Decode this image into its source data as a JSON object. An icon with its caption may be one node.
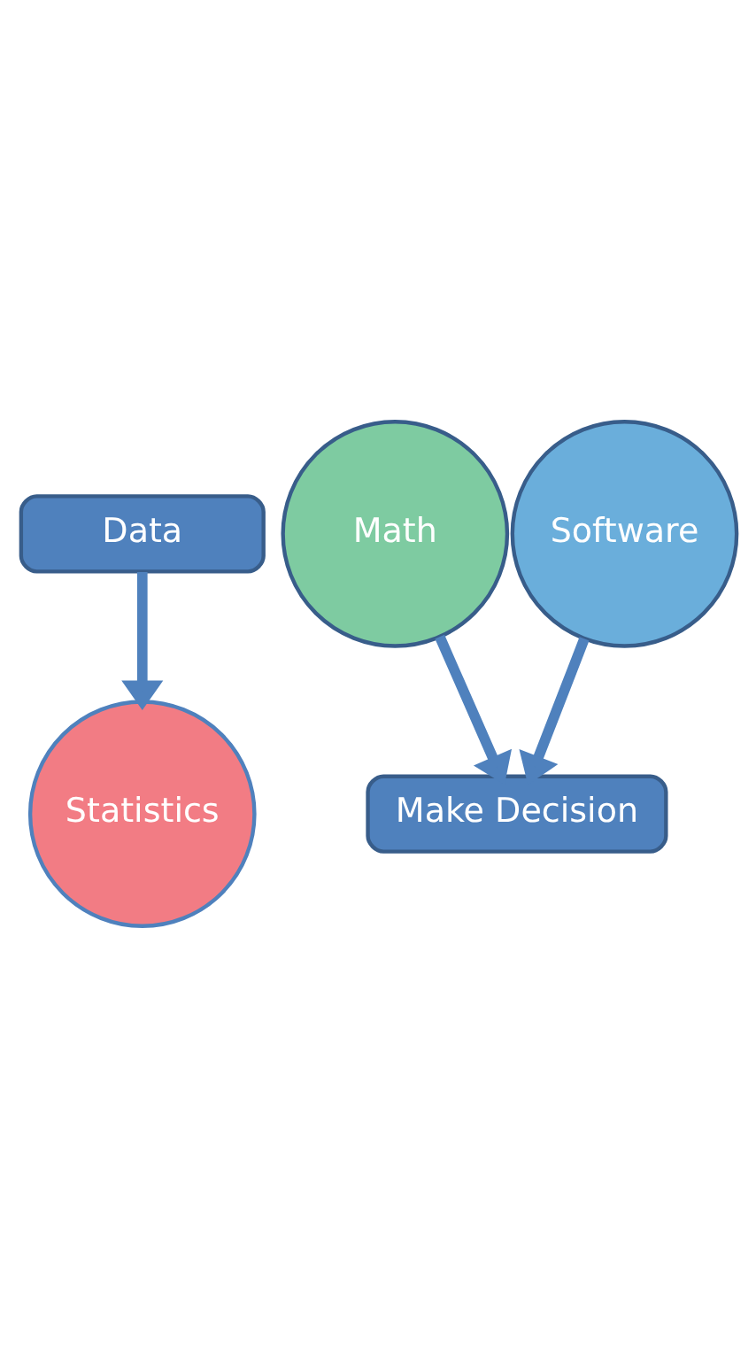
{
  "diagram": {
    "nodes": [
      {
        "text": [
          "Data"
        ]
      },
      {
        "text": [
          "Statistics"
        ]
      },
      {
        "text": [
          "Math"
        ]
      },
      {
        "text": [
          "Software"
        ]
      },
      {
        "text": [
          "Make Decision"
        ]
      }
    ],
    "edges": [
      {
        "from": 0,
        "to": 1,
        "arrow": "to"
      },
      {
        "from": 2,
        "to": 4,
        "arrow": "to"
      },
      {
        "from": 3,
        "to": 4,
        "arrow": "to"
      }
    ]
  }
}
